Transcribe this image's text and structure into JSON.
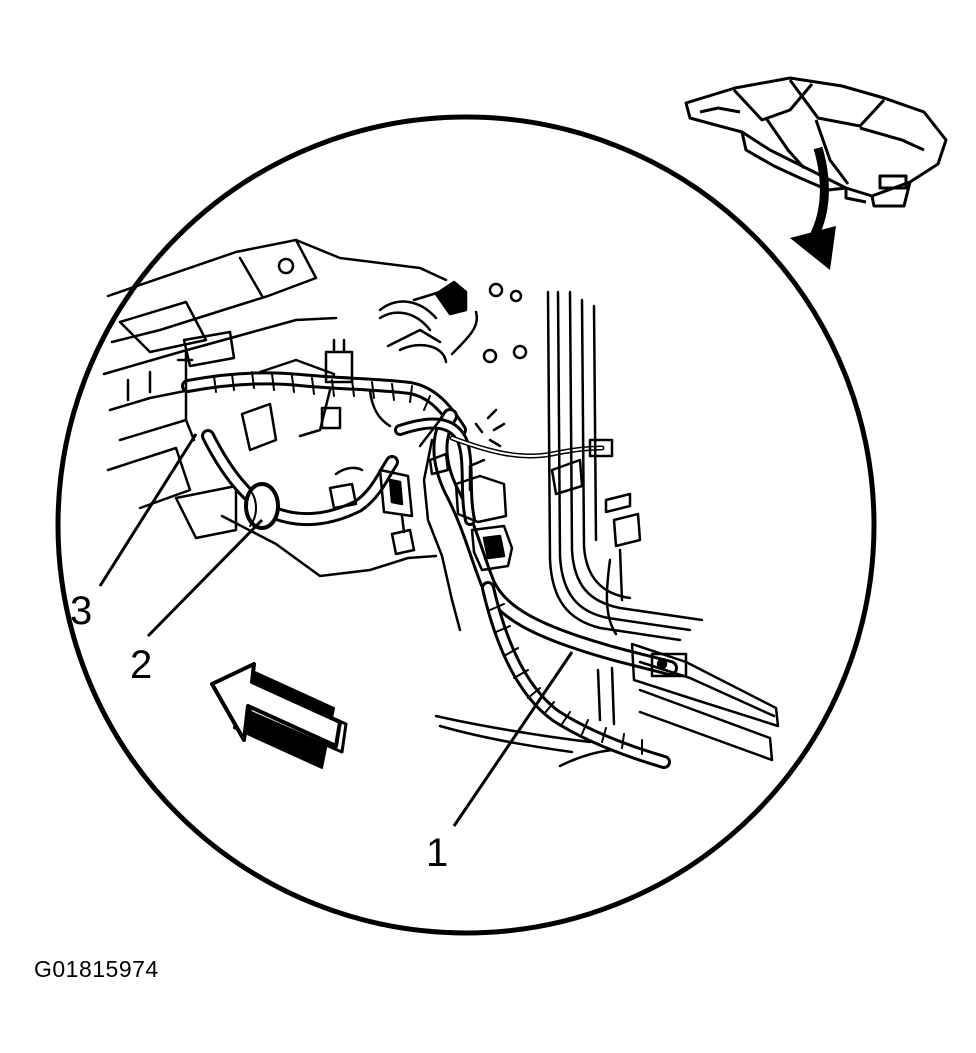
{
  "figure": {
    "id": "G01815974"
  },
  "callouts": [
    {
      "number": "1"
    },
    {
      "number": "2"
    },
    {
      "number": "3"
    }
  ],
  "icons": {
    "vehicle_locator": "vehicle-body-locator-icon",
    "view_arrow": "view-direction-arrow-icon",
    "forward_arrow": "forward-direction-arrow-icon"
  },
  "colors": {
    "line": "#000000",
    "background": "#ffffff"
  }
}
